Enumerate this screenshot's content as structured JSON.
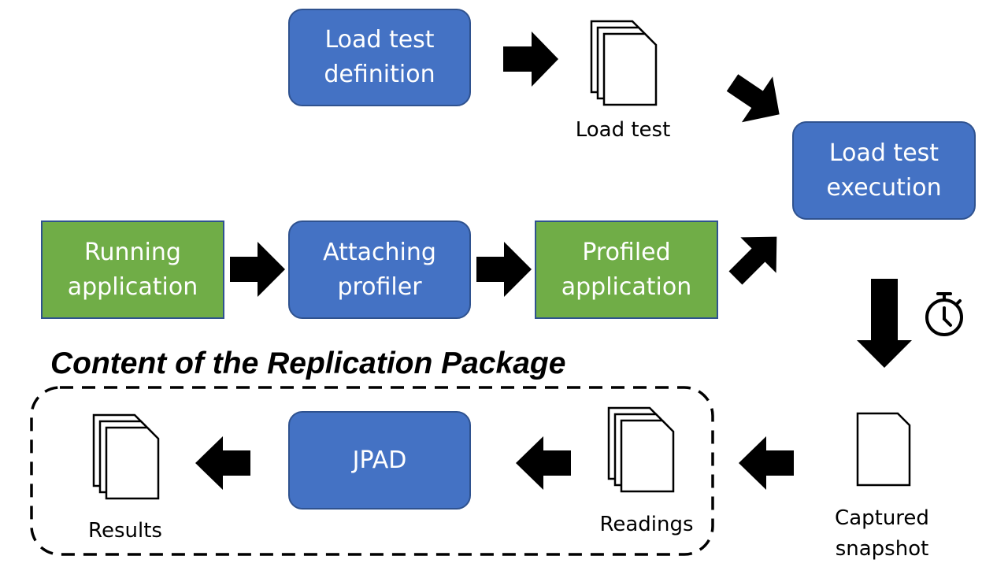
{
  "nodes": {
    "load_test_definition": "Load test\ndefinition",
    "load_test_execution": "Load test\nexecution",
    "running_application": "Running\napplication",
    "attaching_profiler": "Attaching\nprofiler",
    "profiled_application": "Profiled\napplication",
    "jpad": "JPAD"
  },
  "artifacts": {
    "load_test": "Load test",
    "captured_snapshot": "Captured\nsnapshot",
    "readings": "Readings",
    "results": "Results"
  },
  "package_heading": "Content of the Replication Package",
  "colors": {
    "process_box": "#4472c4",
    "application_box": "#70ad47",
    "box_border": "#2f528f",
    "arrow": "#000000"
  },
  "icons": [
    "stopwatch-icon",
    "document-stack-icon",
    "document-icon"
  ]
}
